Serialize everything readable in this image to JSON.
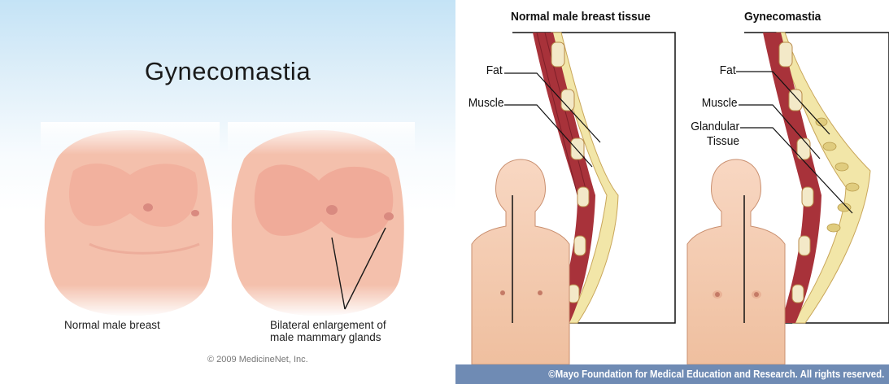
{
  "left_panel": {
    "title": "Gynecomastia",
    "caption_normal": "Normal male breast",
    "caption_bilateral_line1": "Bilateral enlargement of",
    "caption_bilateral_line2": "male mammary glands",
    "copyright": "© 2009 MedicineNet, Inc."
  },
  "right_panel": {
    "heading_normal": "Normal male breast tissue",
    "heading_gynecomastia": "Gynecomastia",
    "normal_labels": {
      "fat": "Fat",
      "muscle": "Muscle"
    },
    "gynecomastia_labels": {
      "fat": "Fat",
      "muscle": "Muscle",
      "glandular_line1": "Glandular",
      "glandular_line2": "Tissue"
    },
    "footer": "©Mayo Foundation for Medical Education and Research.  All rights reserved."
  },
  "colors": {
    "sky_blue": "#c4e3f6",
    "skin": "#f3b9a3",
    "muscle": "#a8323a",
    "fat": "#f2e6a8",
    "footer_bar": "#6f8bb4"
  }
}
